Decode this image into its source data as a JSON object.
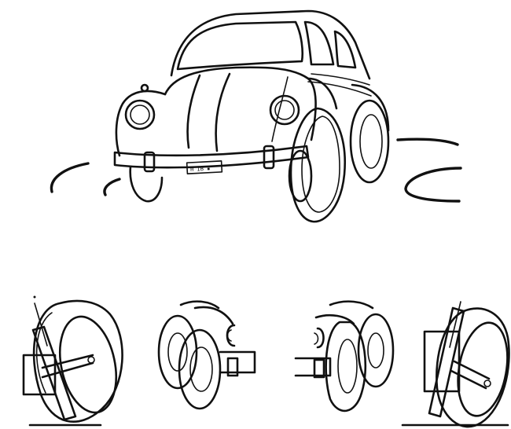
{
  "illustration": {
    "main_figure": "car-front-cornering",
    "detail_figures": [
      "left-wheel-camber",
      "left-wheel-assembly",
      "right-wheel-assembly",
      "right-wheel-camber"
    ]
  },
  "license_plate": {
    "text": "H IB ▪"
  },
  "colors": {
    "ink": "#111111",
    "paper": "#ffffff"
  }
}
